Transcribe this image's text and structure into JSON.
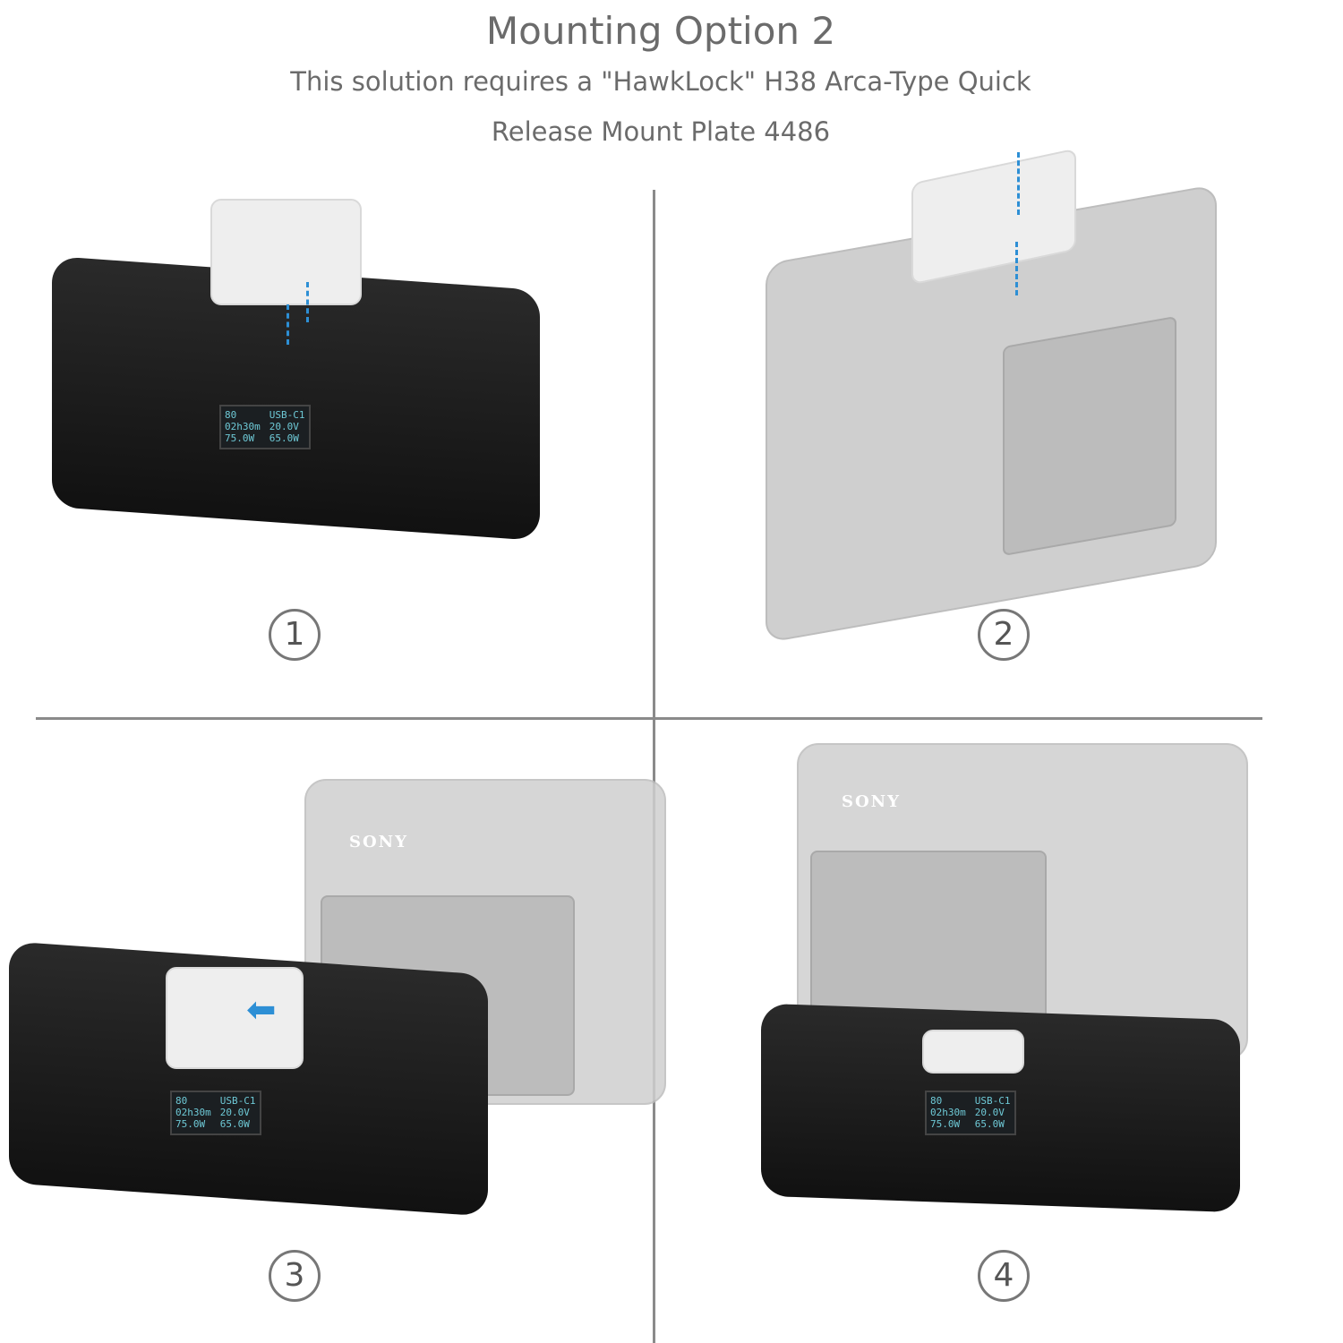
{
  "header": {
    "title": "Mounting Option 2",
    "subtitle_line1": "This solution requires a \"HawkLock\" H38 Arca-Type Quick",
    "subtitle_line2": "Release Mount Plate 4486"
  },
  "steps": [
    {
      "number": "1"
    },
    {
      "number": "2"
    },
    {
      "number": "3"
    },
    {
      "number": "4"
    }
  ],
  "display": {
    "battery": "80",
    "time": "02h30m",
    "power_in": "75.0W",
    "port": "USB-C1",
    "voltage": "20.0V",
    "power_out": "65.0W"
  },
  "camera": {
    "brand": "SONY"
  },
  "colors": {
    "arrow": "#2d8fd5",
    "divider": "#8a8a8a",
    "text": "#6b6b6b"
  }
}
